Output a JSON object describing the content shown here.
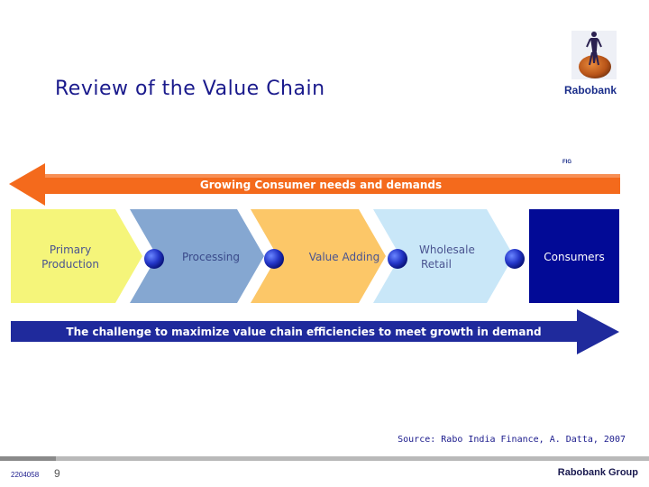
{
  "slide": {
    "title": "Review of the Value Chain",
    "logo_text": "Rabobank",
    "fig_label": "FIG",
    "source": "Source: Rabo India Finance, A. Datta, 2007"
  },
  "diagram": {
    "top_arrow_label": "Growing Consumer needs and demands",
    "stages": [
      {
        "line1": "Primary",
        "line2": "Production",
        "color": "#f5f57a"
      },
      {
        "line1": "Processing",
        "line2": "",
        "color": "#85a7d1"
      },
      {
        "line1": "Value Adding",
        "line2": "",
        "color": "#fcc768"
      },
      {
        "line1": "Wholesale",
        "line2": "Retail",
        "color": "#c9e7f8"
      }
    ],
    "final_stage": {
      "label": "Consumers",
      "color": "#020a96"
    },
    "bottom_arrow_label": "The challenge to maximize value chain efficiencies to meet growth in demand",
    "colors": {
      "top_arrow": "#f46a1c",
      "bottom_arrow": "#1f2a9c",
      "connector_dot": "#2a47c9",
      "label_text": "#3a4a8a"
    }
  },
  "footer": {
    "doc_code": "2204058",
    "page_number": "9",
    "brand": "Rabobank Group"
  }
}
